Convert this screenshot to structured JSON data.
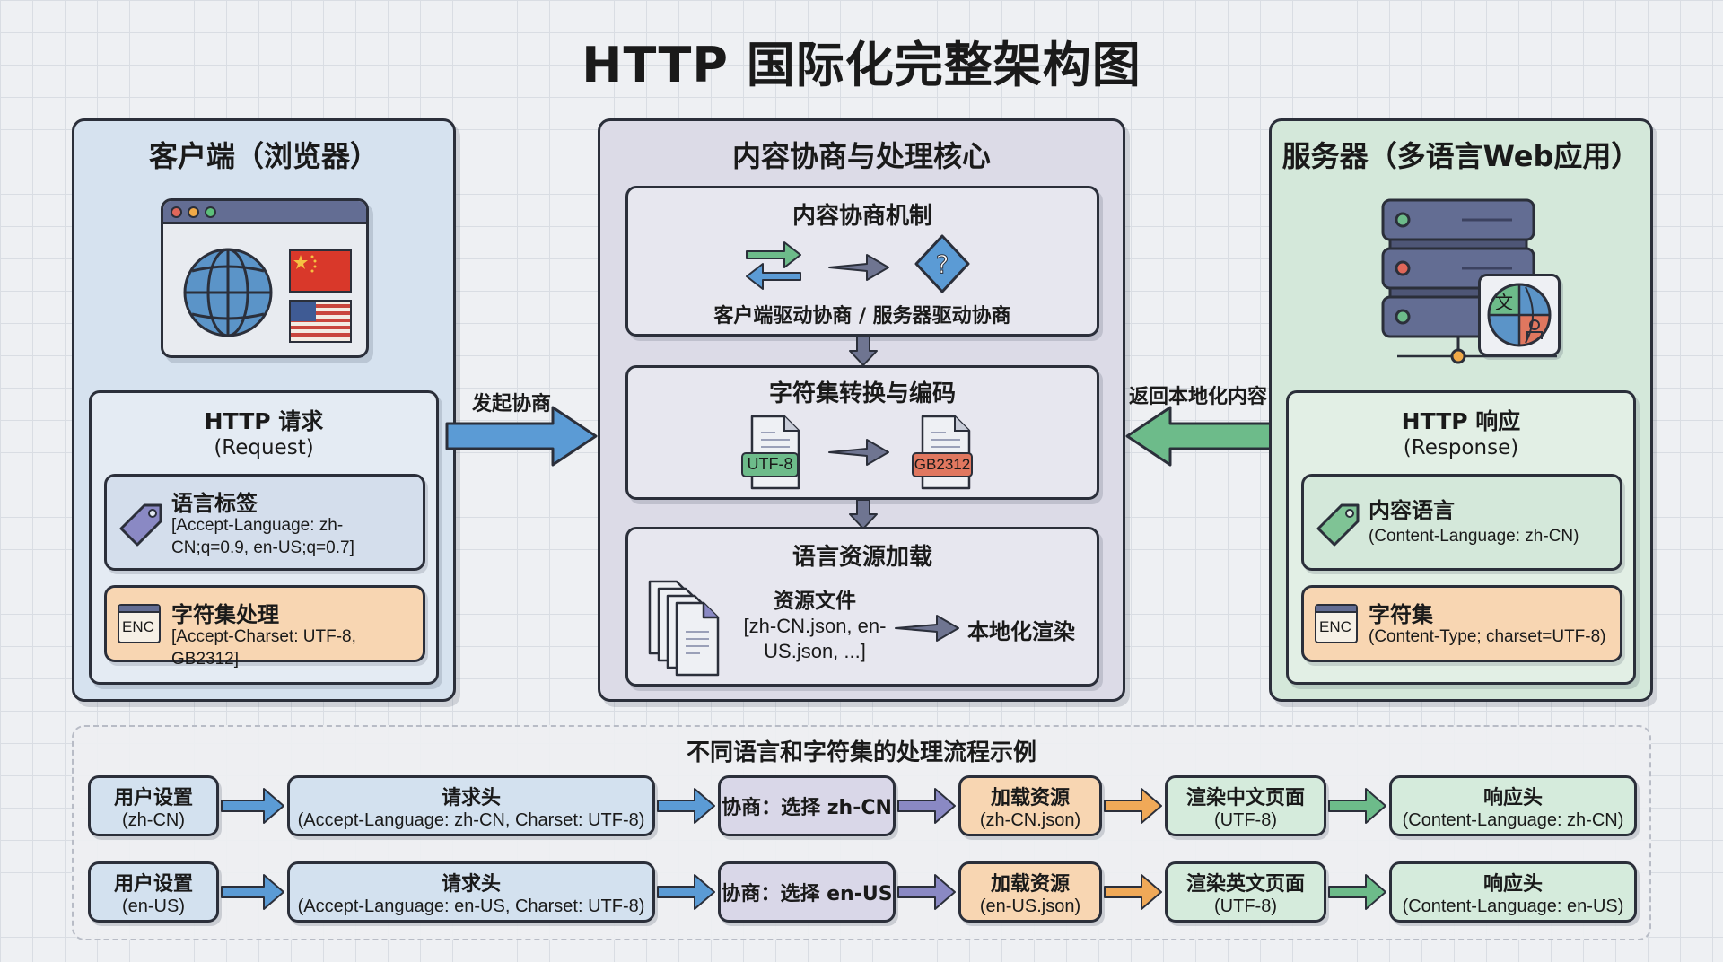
{
  "title": "HTTP 国际化完整架构图",
  "colors": {
    "client_bg": "#d6e2ef",
    "core_bg": "#dcdbe7",
    "server_bg": "#d4e8da",
    "blue_arrow": "#5b9bd5",
    "green_arrow": "#6dbb8a",
    "orange_box": "#f8d6b2",
    "utf8_badge": "#6dbb8a",
    "gb2312_badge": "#e0775f"
  },
  "client": {
    "title": "客户端（浏览器）",
    "illustration": {
      "icons": [
        "browser-window-icon",
        "globe-icon",
        "china-flag-icon",
        "us-flag-icon"
      ]
    },
    "request": {
      "title": "HTTP 请求",
      "subtitle": "(Request)",
      "language_tag": {
        "icon": "tag-icon",
        "title": "语言标签",
        "desc": "[Accept-Language: zh-CN;q=0.9, en-US;q=0.7]"
      },
      "charset": {
        "icon": "enc-icon",
        "icon_text": "ENC",
        "title": "字符集处理",
        "desc": "[Accept-Charset: UTF-8, GB2312]"
      }
    }
  },
  "arrows": {
    "initiate": "发起协商",
    "return": "返回本地化内容"
  },
  "core": {
    "title": "内容协商与处理核心",
    "negotiation": {
      "title": "内容协商机制",
      "caption": "客户端驱动协商 / 服务器驱动协商"
    },
    "charset_conversion": {
      "title": "字符集转换与编码",
      "from": "UTF-8",
      "to": "GB2312"
    },
    "resource_loading": {
      "title": "语言资源加载",
      "files_label": "资源文件",
      "files": "[zh-CN.json, en-US.json, ...]",
      "result": "本地化渲染"
    }
  },
  "server": {
    "title": "服务器（多语言Web应用）",
    "illustration": {
      "icons": [
        "server-rack-icon",
        "translate-globe-icon"
      ],
      "glyph": "文"
    },
    "response": {
      "title": "HTTP 响应",
      "subtitle": "(Response)",
      "content_language": {
        "icon": "tag-icon",
        "title": "内容语言",
        "desc": "(Content-Language: zh-CN)"
      },
      "charset": {
        "icon": "enc-icon",
        "icon_text": "ENC",
        "title": "字符集",
        "desc": "(Content-Type; charset=UTF-8)"
      }
    }
  },
  "flow": {
    "title": "不同语言和字符集的处理流程示例",
    "rows": [
      {
        "steps": [
          {
            "l1": "用户设置",
            "l2": "(zh-CN)"
          },
          {
            "l1": "请求头",
            "l2": "(Accept-Language: zh-CN, Charset: UTF-8)"
          },
          {
            "l1": "协商：选择 zh-CN",
            "l2": ""
          },
          {
            "l1": "加载资源",
            "l2": "(zh-CN.json)"
          },
          {
            "l1": "渲染中文页面",
            "l2": "(UTF-8)"
          },
          {
            "l1": "响应头",
            "l2": "(Content-Language: zh-CN)"
          }
        ]
      },
      {
        "steps": [
          {
            "l1": "用户设置",
            "l2": "(en-US)"
          },
          {
            "l1": "请求头",
            "l2": "(Accept-Language: en-US, Charset: UTF-8)"
          },
          {
            "l1": "协商：选择 en-US",
            "l2": ""
          },
          {
            "l1": "加载资源",
            "l2": "(en-US.json)"
          },
          {
            "l1": "渲染英文页面",
            "l2": "(UTF-8)"
          },
          {
            "l1": "响应头",
            "l2": "(Content-Language: en-US)"
          }
        ]
      }
    ]
  }
}
